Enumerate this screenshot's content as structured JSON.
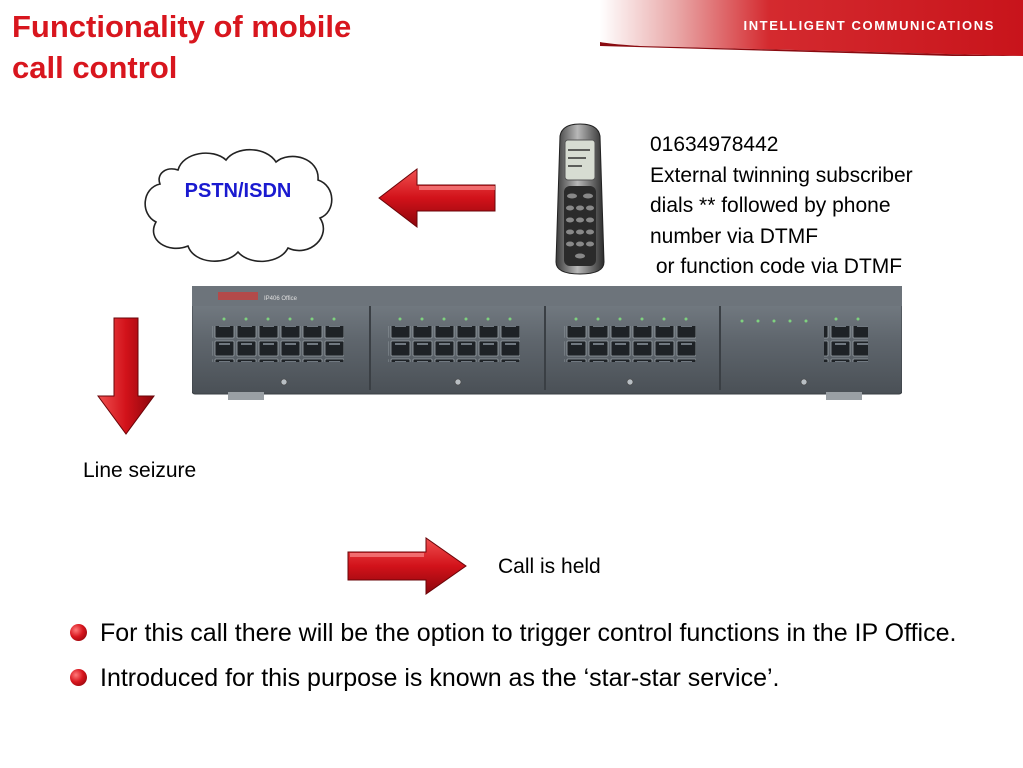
{
  "slide": {
    "title_line1": "Functionality of mobile",
    "title_line2": "call control",
    "brand": "INTELLIGENT COMMUNICATIONS"
  },
  "diagram": {
    "cloud_label": "PSTN/ISDN",
    "phone_info": [
      "01634978442",
      "External twinning subscriber",
      "dials ** followed by phone",
      "number via DTMF",
      " or function code via DTMF"
    ],
    "line_seizure_label": "Line seizure",
    "call_held_label": "Call is held",
    "switch_model": "IP406 Office",
    "colors": {
      "accent": "#d8161e",
      "cloud_text": "#1a1ad0",
      "unit_body": "#5f666d"
    }
  },
  "bullets": [
    "For this call there will be the option to trigger control functions in the IP Office.",
    "Introduced for this purpose is known as the ‘star-star service’."
  ]
}
